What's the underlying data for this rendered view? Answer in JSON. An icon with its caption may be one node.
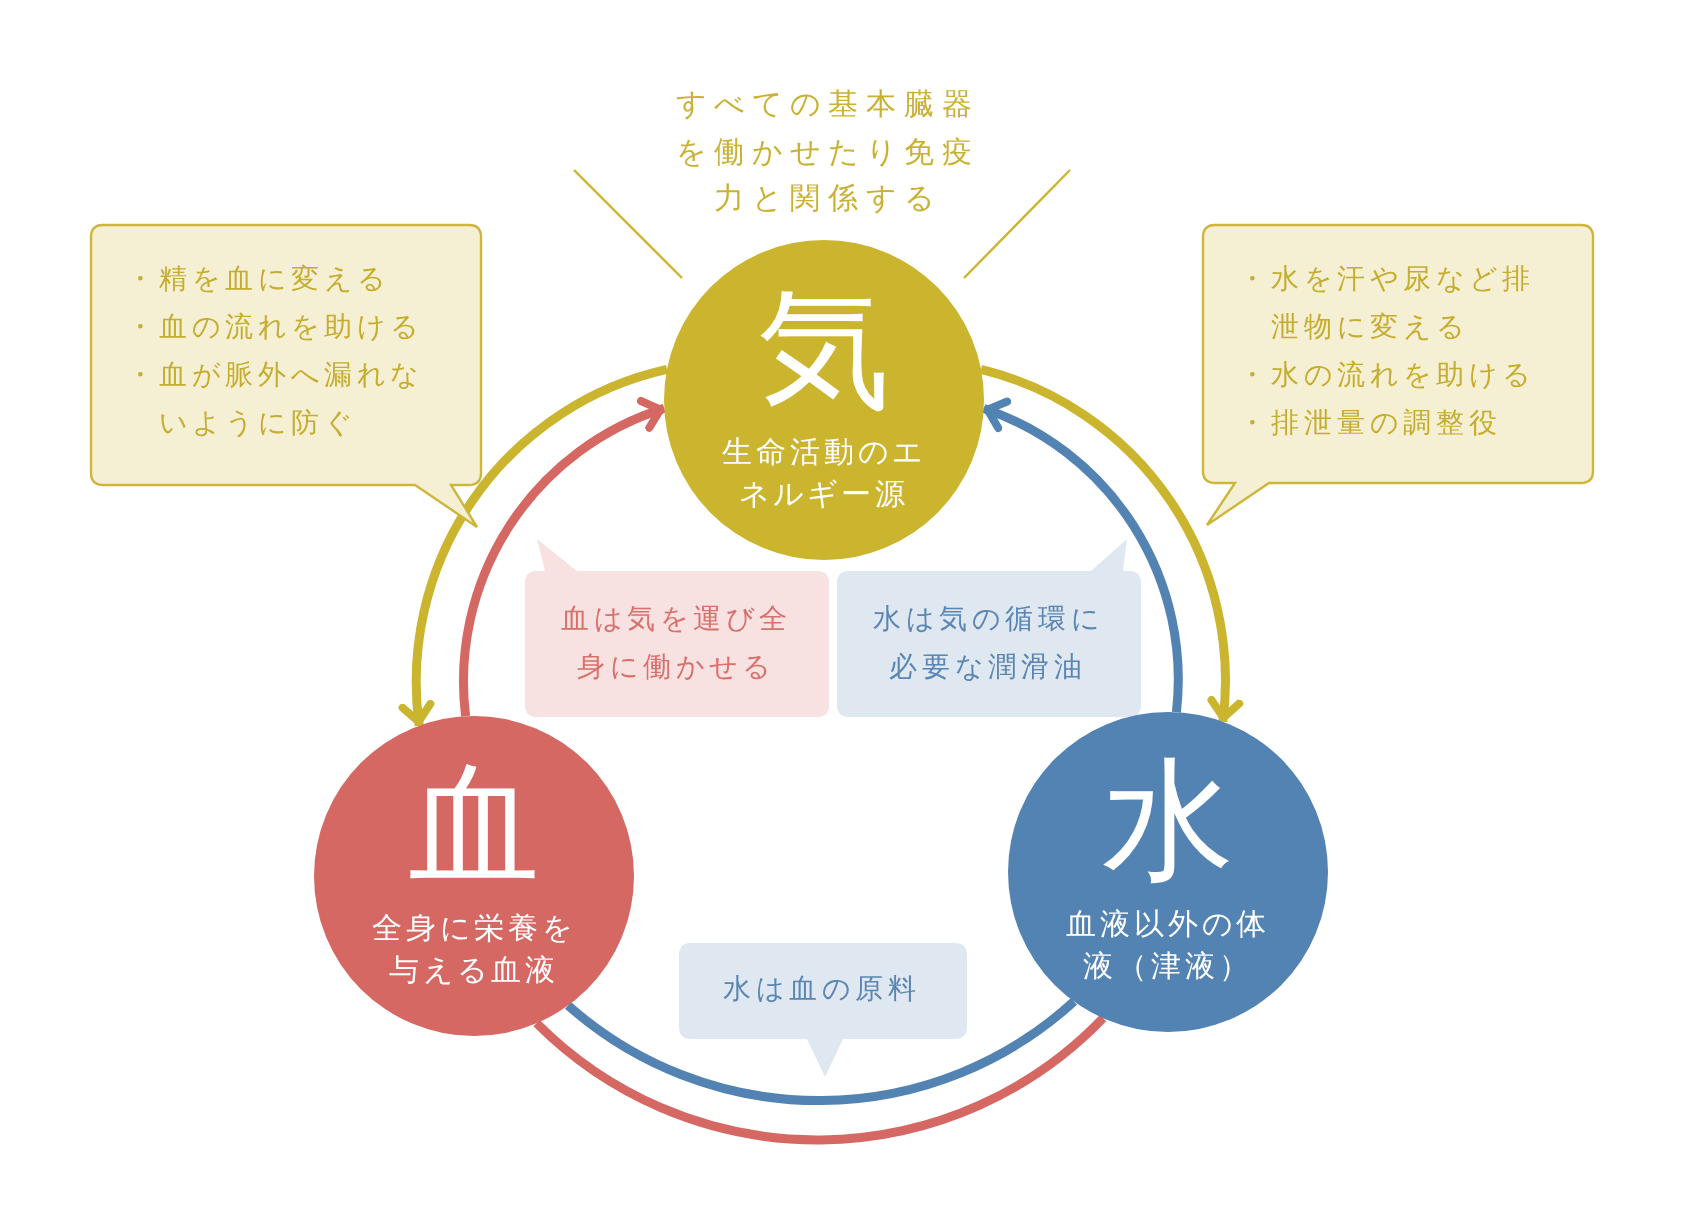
{
  "diagram": {
    "nodes": [
      {
        "text": [
          "気",
          "生命活動のエネルギー源"
        ],
        "beside": [
          "すべての基本臓器を働かせたり免疫力と関係する"
        ]
      },
      {
        "text": [
          "・精を血に変える",
          "・血の流れを助ける",
          "・血が脈外へ漏れないように防ぐ"
        ]
      },
      {
        "text": [
          "・水を汗や尿など排泄物に変える",
          "・水の流れを助ける",
          "・排泄量の調整役"
        ]
      },
      {
        "text": [
          "血は気を運び全身に働かせる"
        ]
      },
      {
        "text": [
          "水は気の循環に必要な潤滑油"
        ]
      },
      {
        "text": [
          "血",
          "全身に栄養を与える血液"
        ]
      },
      {
        "text": [
          "水",
          "血液以外の体液（津液）"
        ]
      },
      {
        "text": [
          "水は血の原料"
        ]
      }
    ],
    "edges": [
      {
        "from": 0,
        "to": 5,
        "arrow": "to",
        "color": "#cbb52e"
      },
      {
        "from": 5,
        "to": 0,
        "arrow": "to",
        "color": "#d66863"
      },
      {
        "from": 0,
        "to": 6,
        "arrow": "to",
        "color": "#cbb52e"
      },
      {
        "from": 6,
        "to": 0,
        "arrow": "to",
        "color": "#5283b3"
      },
      {
        "from": 5,
        "to": 6,
        "arrow": "none",
        "color": "#5283b3"
      },
      {
        "from": 5,
        "to": 6,
        "arrow": "none",
        "color": "#d66863"
      }
    ]
  }
}
